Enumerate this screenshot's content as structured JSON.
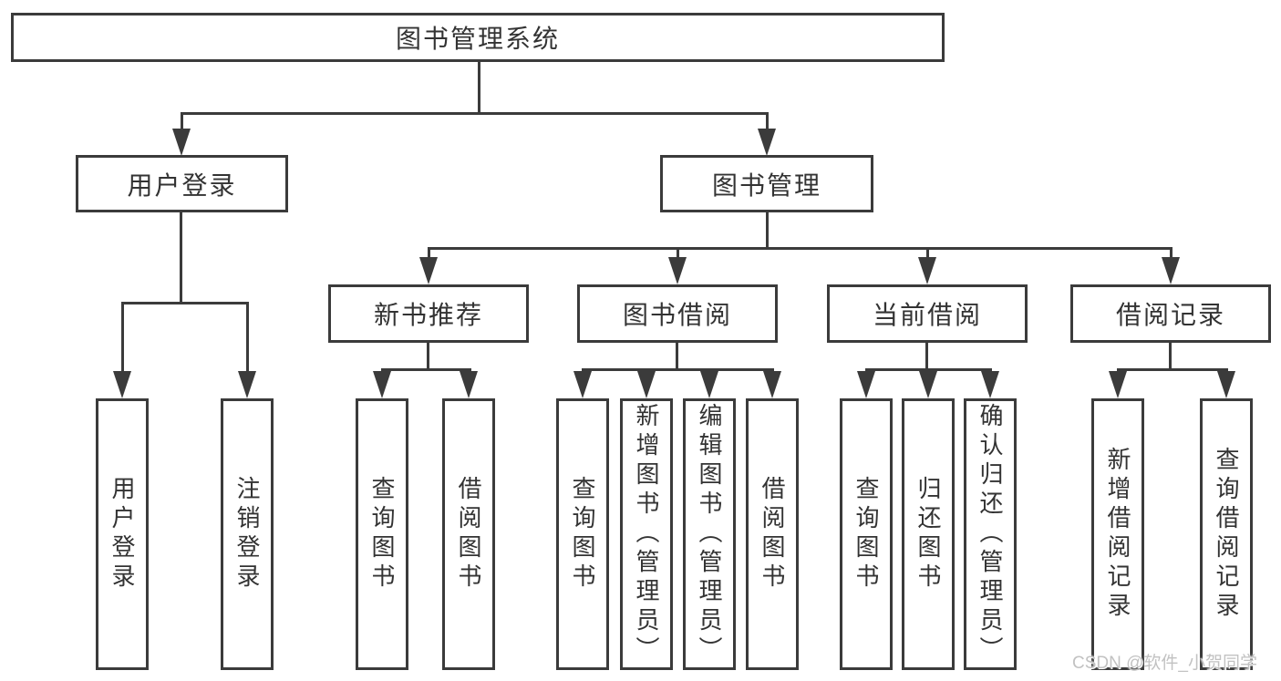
{
  "diagram": {
    "root": {
      "label": "图书管理系统"
    },
    "level2": [
      {
        "label": "用户登录",
        "children": [
          "用户登录",
          "注销登录"
        ]
      },
      {
        "label": "图书管理",
        "children": [
          {
            "label": "新书推荐",
            "children": [
              "查询图书",
              "借阅图书"
            ]
          },
          {
            "label": "图书借阅",
            "children": [
              "查询图书",
              "新增图书（管理员）",
              "编辑图书（管理员）",
              "借阅图书"
            ]
          },
          {
            "label": "当前借阅",
            "children": [
              "查询图书",
              "归还图书",
              "确认归还（管理员）"
            ]
          },
          {
            "label": "借阅记录",
            "children": [
              "新增借阅记录",
              "查询借阅记录"
            ]
          }
        ]
      }
    ]
  },
  "watermark": "CSDN @软件_小贺同学",
  "colors": {
    "line": "#3b3b3b",
    "text": "#333333",
    "watermark": "#c2c2c2",
    "background": "#ffffff"
  }
}
